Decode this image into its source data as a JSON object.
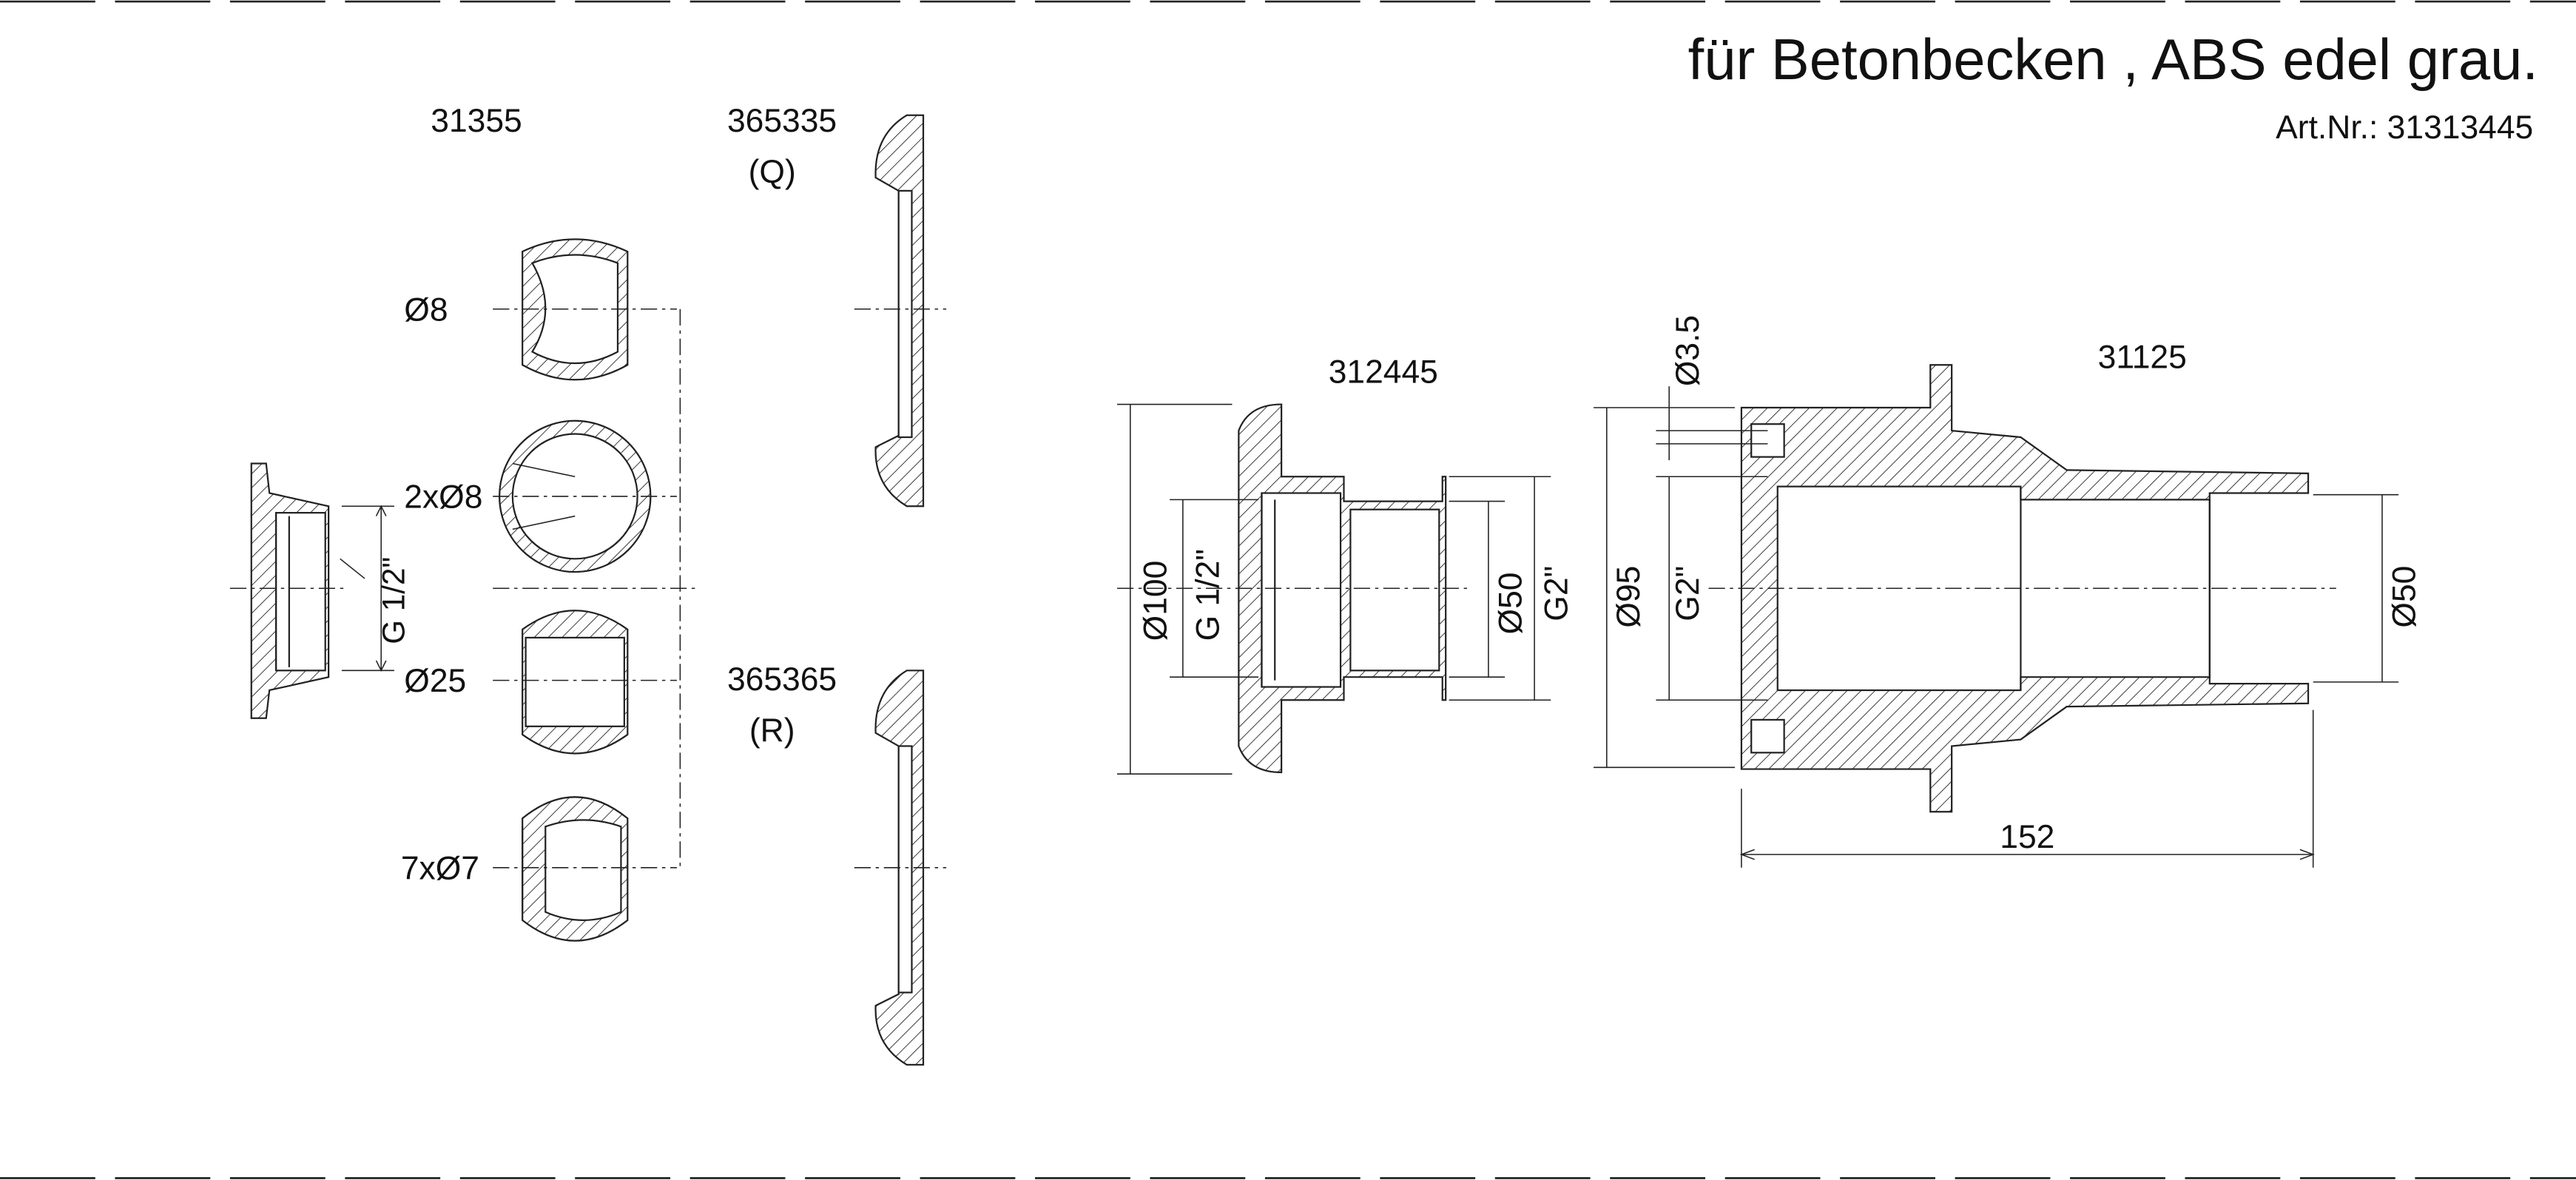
{
  "header": {
    "title": "für Betonbecken , ABS edel grau.",
    "article": "Art.Nr.: 31313445"
  },
  "parts": {
    "p31355": "31355",
    "p365335": "365335",
    "q": "(Q)",
    "p365365": "365365",
    "r": "(R)",
    "p312445": "312445",
    "p31125": "31125"
  },
  "nozzle_labels": {
    "d8": "Ø8",
    "two_d8": "2xØ8",
    "d25": "Ø25",
    "seven_d7": "7xØ7"
  },
  "dimensions": {
    "thread_half": "G 1/2\"",
    "d100": "Ø100",
    "d50": "Ø50",
    "g2": "G2\"",
    "d95": "Ø95",
    "d3_5": "Ø3.5",
    "len152": "152"
  }
}
